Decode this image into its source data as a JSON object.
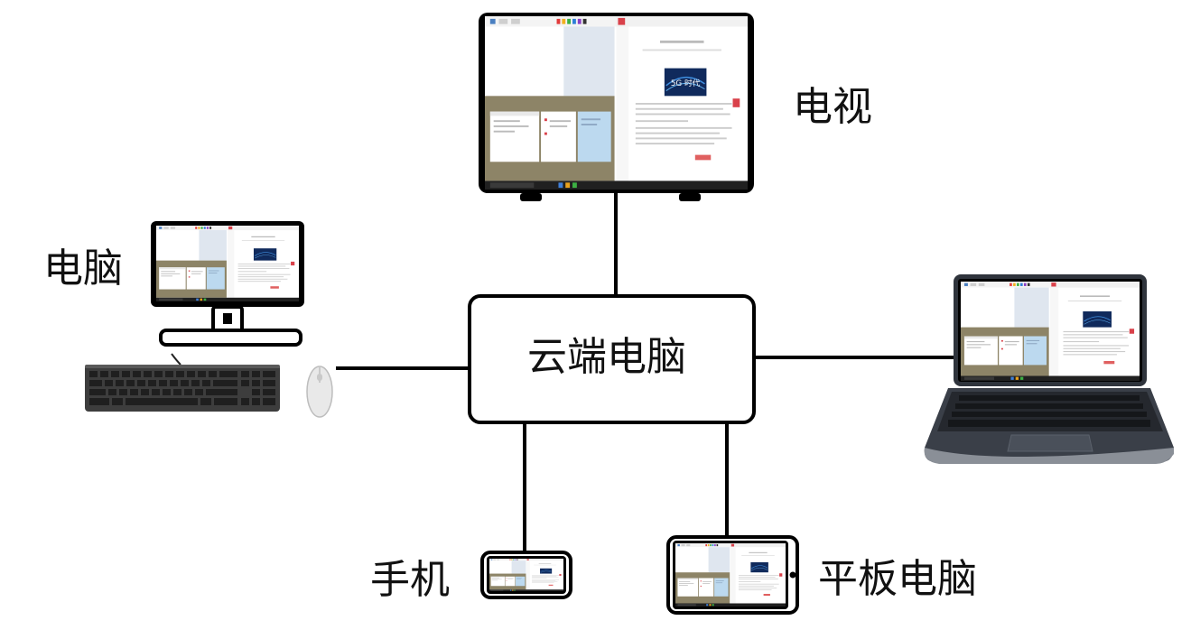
{
  "labels": {
    "cloud": "云端电脑",
    "tv": "电视",
    "desktop": "电脑",
    "phone": "手机",
    "tablet": "平板电脑"
  },
  "screen_content": {
    "banner_text": "5G 时代"
  },
  "colors": {
    "line": "#000000",
    "screen_olive": "#8d8467",
    "screen_blue": "#bcd9ef",
    "banner_dark": "#102a5c",
    "red_accent": "#d9414a",
    "laptop_body": "#3a3f48",
    "keyboard": "#3d3d3d"
  }
}
